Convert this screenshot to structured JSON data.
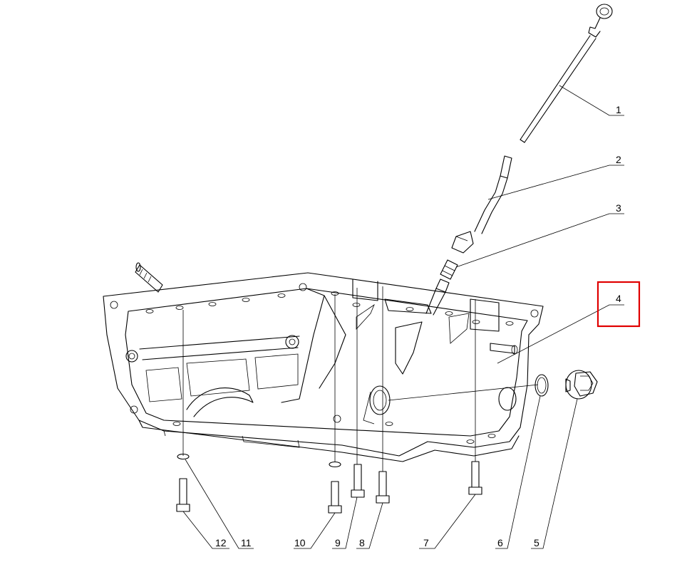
{
  "diagram": {
    "callouts": [
      {
        "id": "1",
        "label": "1"
      },
      {
        "id": "2",
        "label": "2"
      },
      {
        "id": "3",
        "label": "3"
      },
      {
        "id": "4",
        "label": "4"
      },
      {
        "id": "5",
        "label": "5"
      },
      {
        "id": "6",
        "label": "6"
      },
      {
        "id": "7",
        "label": "7"
      },
      {
        "id": "8",
        "label": "8"
      },
      {
        "id": "9",
        "label": "9"
      },
      {
        "id": "10",
        "label": "10"
      },
      {
        "id": "11",
        "label": "11"
      },
      {
        "id": "12",
        "label": "12"
      }
    ],
    "highlight": {
      "target": "4",
      "color": "#e00000"
    }
  }
}
